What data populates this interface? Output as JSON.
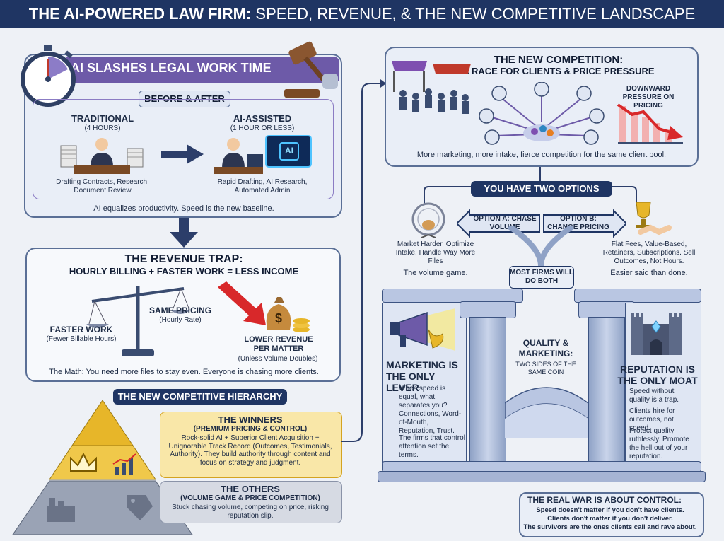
{
  "title": {
    "bold": "THE AI-POWERED LAW FIRM:",
    "rest": "SPEED, REVENUE, & THE NEW COMPETITIVE LANDSCAPE"
  },
  "time_panel": {
    "heading": "AI SLASHES LEGAL WORK TIME",
    "subheading": "BEFORE & AFTER",
    "traditional_label": "TRADITIONAL",
    "traditional_time": "(4 HOURS)",
    "traditional_desc": "Drafting Contracts, Research, Document Review",
    "ai_label": "AI-ASSISTED",
    "ai_time": "(1 HOUR OR LESS)",
    "ai_desc": "Rapid Drafting, AI Research, Automated Admin",
    "screen_text": "AI",
    "footer": "AI equalizes productivity. Speed is the new baseline."
  },
  "revenue_panel": {
    "heading_1": "THE REVENUE TRAP:",
    "heading_2": "HOURLY BILLING + FASTER WORK = LESS INCOME",
    "faster_label": "FASTER WORK",
    "faster_sub": "(Fewer Billable Hours)",
    "pricing_label": "SAME PRICING",
    "pricing_sub": "(Hourly Rate)",
    "lower_label": "LOWER REVENUE PER MATTER",
    "lower_sub": "(Unless Volume Doubles)",
    "footer": "The Math: You need more files to stay even. Everyone is chasing more clients."
  },
  "hierarchy": {
    "heading": "THE NEW COMPETITIVE HIERARCHY",
    "winners_title": "THE WINNERS",
    "winners_sub": "(PREMIUM PRICING & CONTROL)",
    "winners_desc": "Rock-solid AI + Superior Client Acquisition + Unignorable Track Record (Outcomes, Testimonials, Authority). They build authority through content and focus on strategy and judgment.",
    "others_title": "THE OTHERS",
    "others_sub": "(VOLUME GAME & PRICE COMPETITION)",
    "others_desc": "Stuck chasing volume, competing on price, risking reputation slip."
  },
  "competition_panel": {
    "heading_1": "THE NEW COMPETITION:",
    "heading_2": "A RACE FOR CLIENTS & PRICE PRESSURE",
    "pressure_label": "DOWNWARD PRESSURE ON PRICING",
    "footer": "More marketing, more intake, fierce competition for the same client pool."
  },
  "options": {
    "heading": "YOU HAVE TWO OPTIONS",
    "a_label": "OPTION A: CHASE VOLUME",
    "b_label": "OPTION B: CHANGE PRICING",
    "a_desc": "Market Harder, Optimize Intake, Handle Way More Files",
    "a_note": "The volume game.",
    "b_desc": "Flat Fees, Value-Based, Retainers, Subscriptions. Sell Outcomes, Not Hours.",
    "b_note": "Easier said than done.",
    "both_label": "MOST FIRMS WILL DO BOTH"
  },
  "pillars": {
    "center_title": "QUALITY & MARKETING:",
    "center_sub": "TWO SIDES OF THE SAME COIN",
    "marketing_title": "MARKETING IS THE ONLY LEVER",
    "marketing_p1": "When speed is equal, what separates you? Connections, Word-of-Mouth, Reputation, Trust.",
    "marketing_p2": "The firms that control attention set the terms.",
    "reputation_title": "REPUTATION IS THE ONLY MOAT",
    "reputation_p1": "Speed without quality is a trap.",
    "reputation_p2": "Clients hire for outcomes, not speed.",
    "reputation_p3": "Protect quality ruthlessly. Promote the hell out of your reputation."
  },
  "real_war": {
    "title": "THE REAL WAR IS ABOUT CONTROL:",
    "line_1": "Speed doesn't matter if you don't have clients.",
    "line_2": "Clients don't matter if you don't deliver.",
    "line_3": "The survivors are the ones clients call and rave about."
  },
  "colors": {
    "navy": "#1f3563",
    "purple": "#6d5aa8",
    "gold": "#e7b629",
    "red": "#d8282a"
  }
}
